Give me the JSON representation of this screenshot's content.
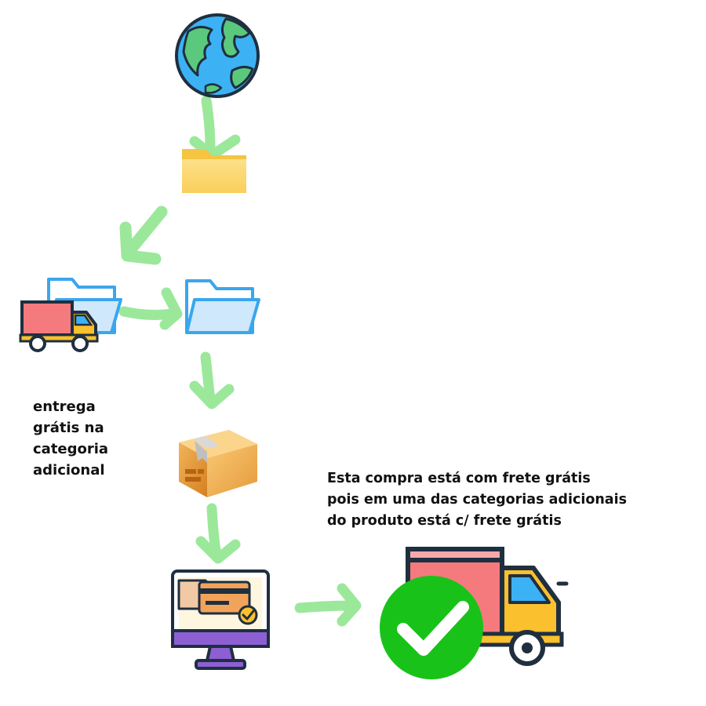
{
  "notes": {
    "free_shipping_category": [
      "entrega",
      "grátis na",
      "categoria",
      "adicional"
    ],
    "free_shipping_explanation": [
      "Esta compra está com frete grátis",
      "pois em uma das categorias adicionais",
      "do produto está c/ frete grátis"
    ]
  },
  "icons": {
    "globe": "globe-icon",
    "root_folder": "folder-icon",
    "category_folder": "open-folder-icon",
    "additional_category_folder": "open-folder-icon",
    "delivery_truck": "delivery-truck-icon",
    "product": "product-box-icon",
    "checkout": "online-payment-monitor-icon",
    "result_truck": "delivery-truck-icon",
    "approved": "check-circle-icon"
  },
  "colors": {
    "arrow": "#9be89b",
    "check": "#19c219",
    "truck_cargo": "#f47a7e",
    "truck_cab": "#fbc02d",
    "folder_yellow": "#fcd669",
    "folder_blue": "#cfe8fb",
    "folder_blue_outline": "#3aa6ee",
    "globe_sea": "#3cb2f5",
    "globe_land": "#5ac97d"
  }
}
